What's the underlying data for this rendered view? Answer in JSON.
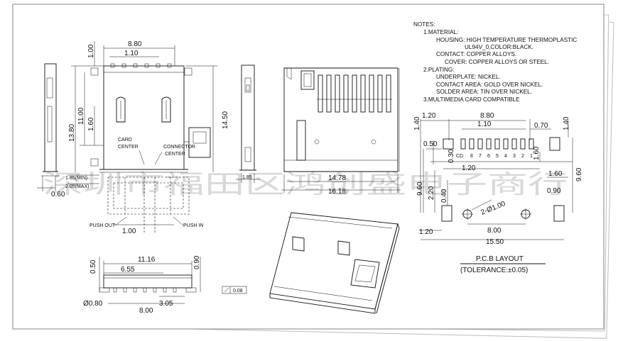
{
  "watermark": "深圳市福田区鸿创盛电子商行",
  "notes": {
    "title": "NOTES:",
    "lines": [
      "1.MATERIAL:",
      "HOUSING: HIGH TEMPERATURE THERMOPLASTIC",
      "UL94V_0,COLOR:BLACK.",
      "CONTACT: COPPER ALLOYS.",
      "COVER: COPPER ALLOYS OR STEEL.",
      "2.PLATING:",
      "UNDERPLATE: NICKEL.",
      "CONTACT AREA: GOLD OVER NICKEL.",
      "SOLDER AREA: TIN OVER NICKEL.",
      "3.MULTIMEDIA CARD COMPATIBLE"
    ]
  },
  "front_view": {
    "dims": {
      "width_880": "8.80",
      "width_110": "1.10",
      "top_100": "1.00",
      "h_1380": "13.80",
      "h_1100": "11.00",
      "h_160": "1.60",
      "h_1450": "14.50",
      "min": "1.85(MIN)",
      "max": "2.05(MAX)",
      "left_060": "0.60",
      "push_100": "1.00"
    },
    "labels": {
      "card_center": "CARD CENTER",
      "connector_center": "CONNECTOR CENTER",
      "push_out": "PUSH OUT",
      "push_in": "PUSH IN"
    }
  },
  "side_view": {
    "dims": {
      "h_185": "1.85"
    }
  },
  "bottom_view": {
    "dims": {
      "w_1478": "14.78",
      "w_1618": "16.18"
    }
  },
  "lower_view": {
    "dims": {
      "w_1116": "11.16",
      "w_655": "6.55",
      "h_050": "0.50",
      "h_090": "0.90",
      "d_080": "Ø0.80",
      "w_800": "8.00",
      "w_305": "3.05",
      "flat": "0.08"
    }
  },
  "pcb": {
    "title": "P.C.B LAYOUT",
    "tolerance": "(TOLERANCE:±0.05)",
    "pin_labels": [
      "CD",
      "8",
      "7",
      "6",
      "5",
      "4",
      "3",
      "2",
      "1"
    ],
    "dims": {
      "d120a": "1.20",
      "d880": "8.80",
      "d110": "1.10",
      "d140l": "1.40",
      "d140r": "1.40",
      "d070": "0.70",
      "d050": "0.50",
      "d030": "0.30",
      "d160a": "1.60",
      "d160b": "1.60",
      "d120b": "1.20",
      "d960l": "9.60",
      "d960r": "9.60",
      "d220": "2.20",
      "d040": "0.40",
      "d090": "0.90",
      "hole": "2-Ø1.00",
      "d800": "8.00",
      "d120c": "1.20",
      "d1550": "15.50"
    }
  }
}
